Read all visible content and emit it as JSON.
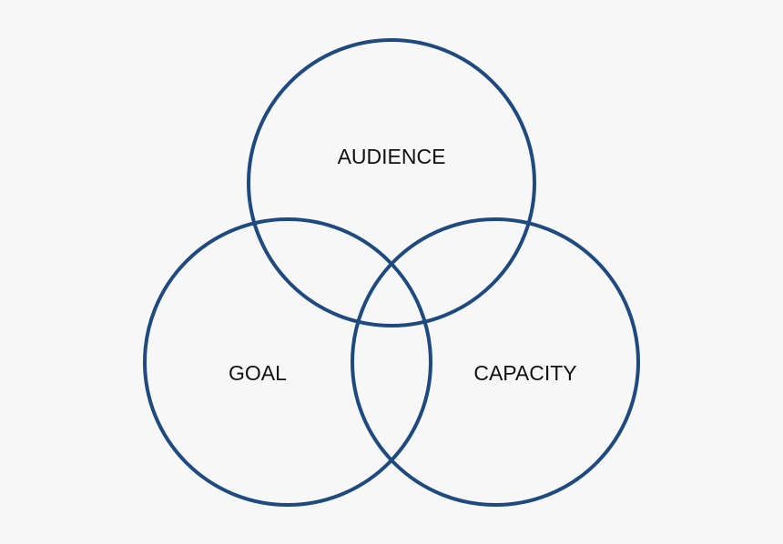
{
  "diagram": {
    "type": "venn",
    "colors": {
      "background": "#f7f7f7",
      "circle_stroke": "#1f4a7f",
      "label": "#111111"
    },
    "sets": [
      {
        "id": "audience",
        "label": "AUDIENCE"
      },
      {
        "id": "goal",
        "label": "GOAL"
      },
      {
        "id": "capacity",
        "label": "CAPACITY"
      }
    ]
  }
}
